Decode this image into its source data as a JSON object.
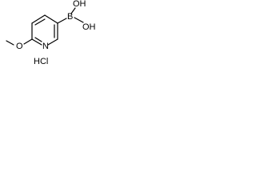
{
  "molecule": {
    "atoms": {
      "oh_top": "OH",
      "oh_right": "OH",
      "boron": "B",
      "oxygen_methoxy": "O",
      "ring_nitrogen": "N"
    },
    "salt": "HCl"
  }
}
